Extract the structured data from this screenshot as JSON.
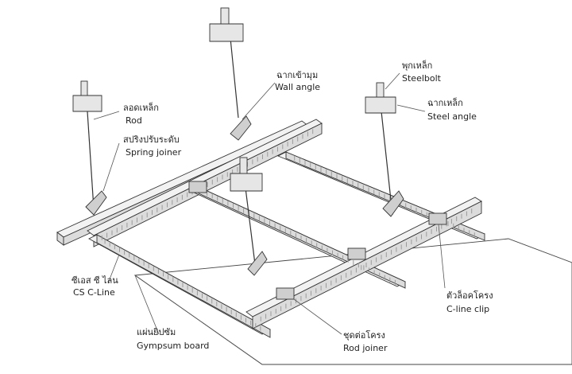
{
  "labels": {
    "rod": {
      "th": "ลอดเหล็ก",
      "en": "Rod"
    },
    "spring_joiner": {
      "th": "สปริงปรับระดับ",
      "en": "Spring joiner"
    },
    "wall_angle": {
      "th": "ฉากเข้ามุม",
      "en": "Wall angle"
    },
    "steelbolt": {
      "th": "พุกเหล็ก",
      "en": "Steelbolt"
    },
    "steel_angle": {
      "th": "ฉากเหล็ก",
      "en": "Steel angle"
    },
    "cs_cline": {
      "th": "ซีเอส ซี ไลน",
      "en": "CS C-Line"
    },
    "cline_clip": {
      "th": "ตัวล็อคโครง",
      "en": "C-line clip"
    },
    "gypsum_board": {
      "th": "แผ่นยิปซัม",
      "en": "Gympsum board"
    },
    "rod_joiner": {
      "th": "ชุดต่อโครง",
      "en": "Rod joiner"
    }
  },
  "colors": {
    "line": "#333333",
    "metal": "#dcdcdc",
    "metal_light": "#f2f2f2",
    "slot": "#9a9a9a"
  }
}
